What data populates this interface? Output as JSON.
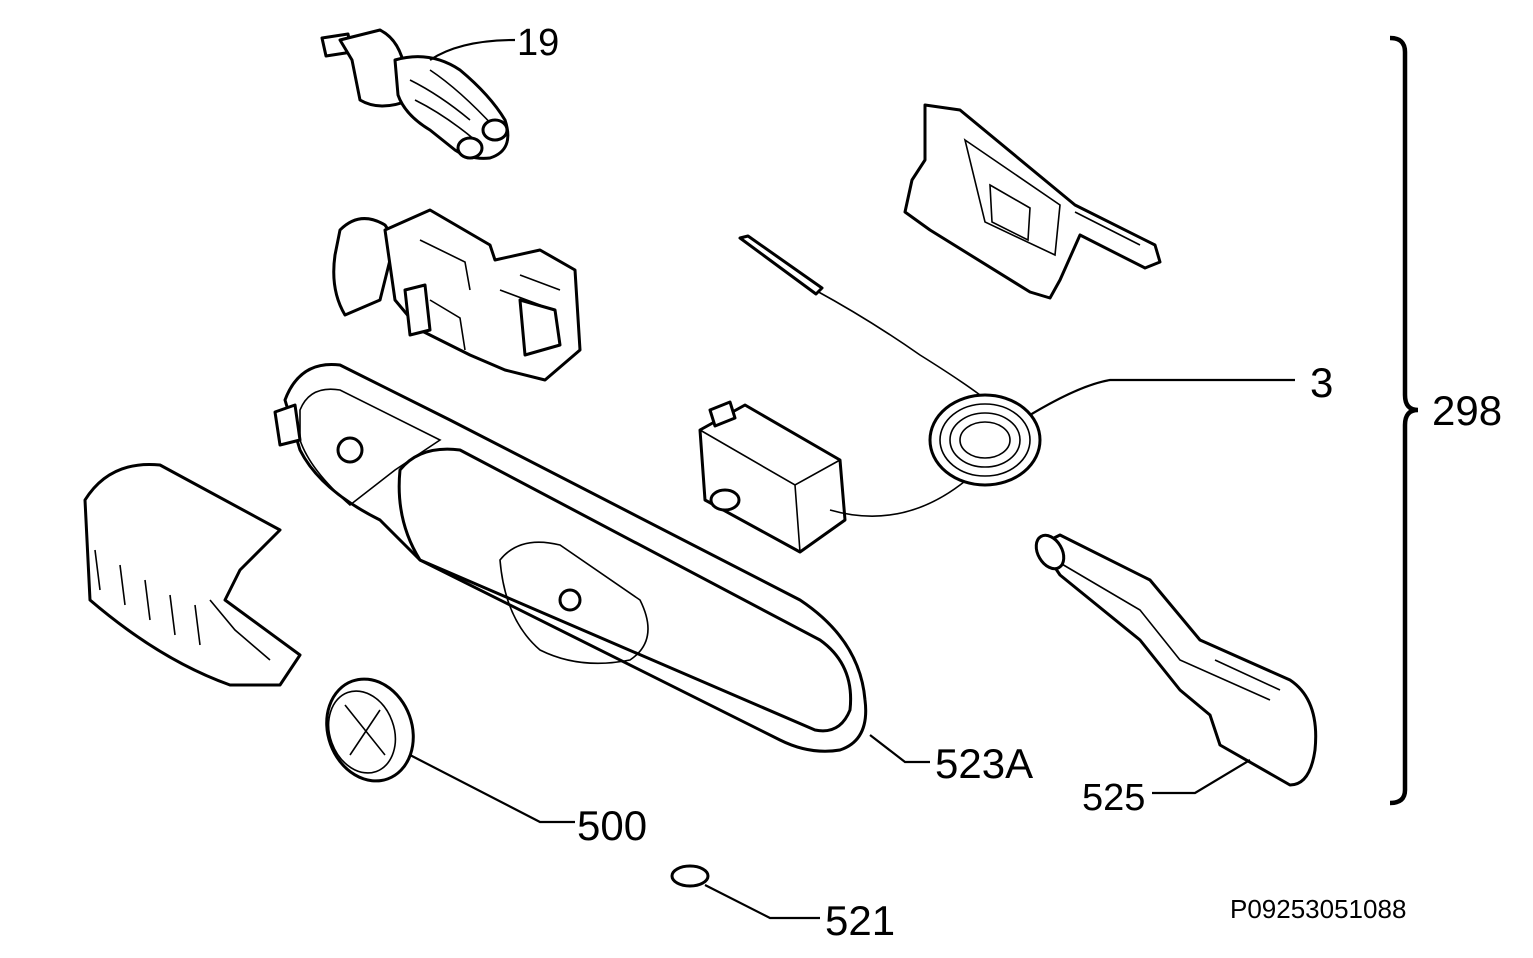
{
  "diagram": {
    "labels": {
      "lamp": "19",
      "thermostat": "3",
      "assembly": "298",
      "housing": "523A",
      "knob": "500",
      "ring": "521",
      "diffuser": "525"
    },
    "drawing_code": "P09253051088"
  }
}
